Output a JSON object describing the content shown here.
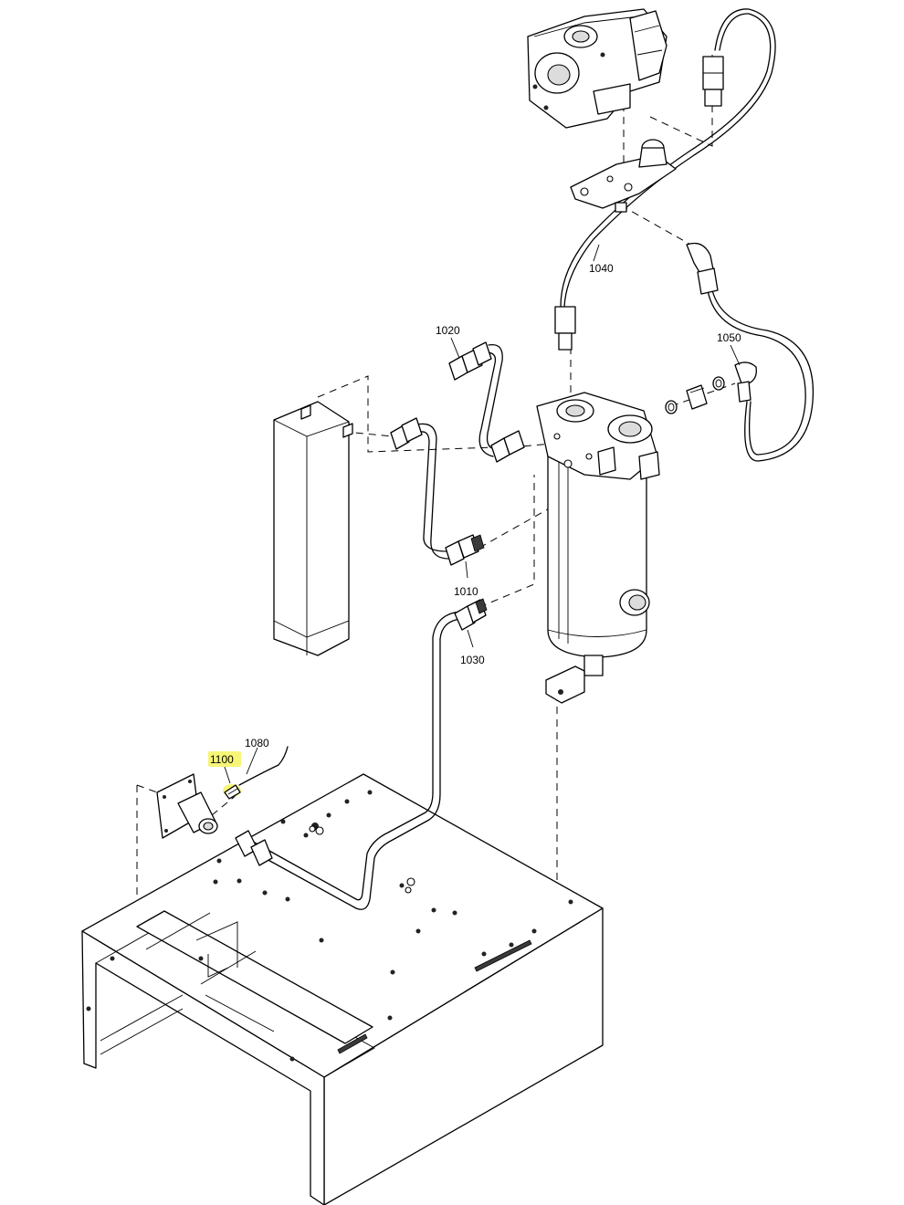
{
  "callouts": {
    "c1010": "1010",
    "c1020": "1020",
    "c1030": "1030",
    "c1040": "1040",
    "c1050": "1050",
    "c1080": "1080",
    "c1100": "1100"
  },
  "highlight_color": "#f4f24a"
}
